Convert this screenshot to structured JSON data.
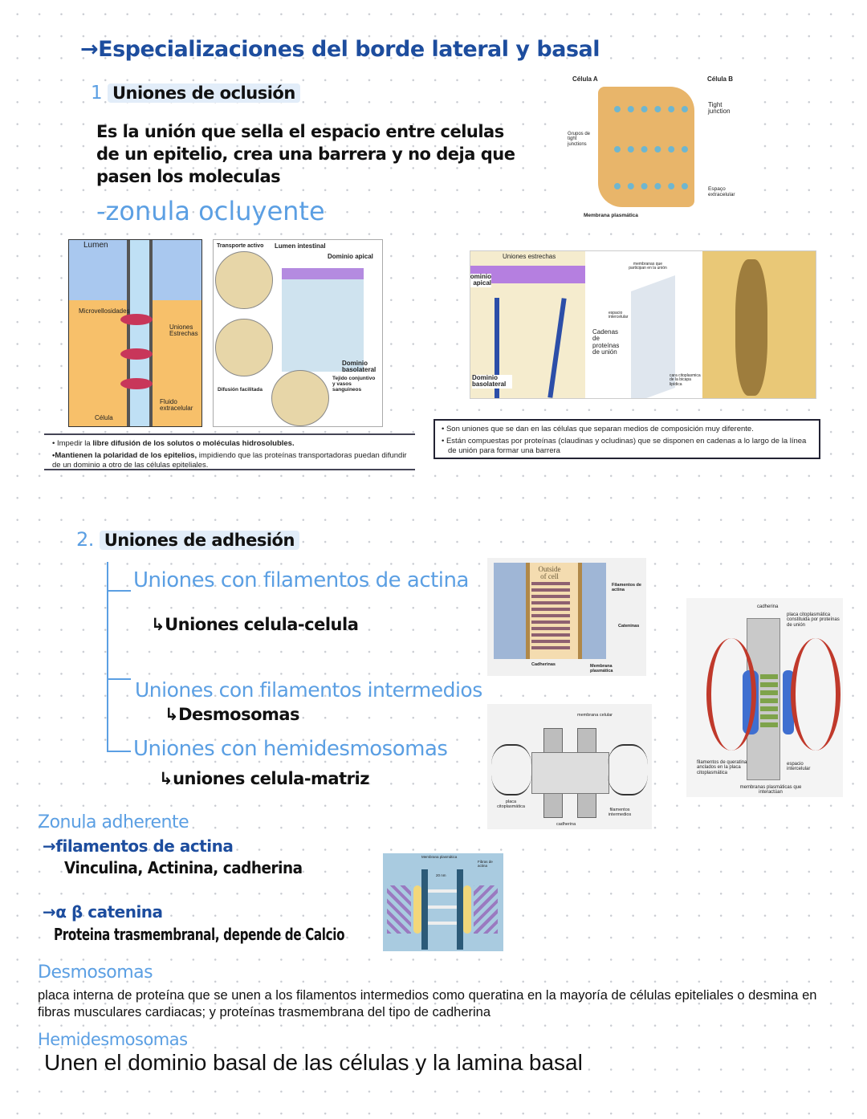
{
  "section_title": "→Especializaciones del borde lateral y basal",
  "section1": {
    "number": "1",
    "heading": "Uniones de oclusión",
    "description": "Es la unión que sella el espacio entre celulas de un epitelio, crea una barrera y no deja que pasen los moleculas",
    "handwritten_note": "-zonula ocluyente"
  },
  "figure_tight_junction": {
    "labels": [
      "Célula A",
      "Célula B",
      "Tight junction",
      "Grupos de tight junctions",
      "Espaço extracelular",
      "Membrana plasmática"
    ]
  },
  "figure_lumen": {
    "labels": [
      "Lumen",
      "Microvellosidades",
      "Uniones Estrechas",
      "Fluido extracelular",
      "Célula"
    ]
  },
  "figure_transport": {
    "labels": [
      "Transporte activo",
      "Lumen intestinal",
      "Dominio apical",
      "Dominio basolateral",
      "Tejido conjuntivo y vasos sanguineos",
      "Difusión facilitada"
    ]
  },
  "caption_left": {
    "line1_prefix": "• Impedir la ",
    "line1_bold": "libre difusión de los solutos o moléculas hidrosolubles.",
    "line2_bold": "•Mantienen la polaridad de los epitelios,",
    "line2_rest": " impidiendo que las proteínas transportadoras puedan difundir de un dominio a otro de las células epiteliales."
  },
  "figure_panels": {
    "labels": [
      "Uniones estrechas",
      "Dominio apical",
      "Dominio basolateral",
      "membranas que participan en la unión",
      "espacio intercelular",
      "Cadenas de proteínas de unión",
      "cara citoplasmica de la bicapa lipídica"
    ]
  },
  "caption_right": {
    "items": [
      "Son uniones que se dan en las células que separan medios de composición muy diferente.",
      "Están compuestas por proteínas (claudinas y ocludinas) que se disponen en cadenas a lo largo de la línea de unión para formar una barrera"
    ]
  },
  "section2": {
    "number": "2.",
    "heading": "Uniones de adhesión",
    "branches": [
      {
        "label": "Uniones con filamentos de actina",
        "sub": "↳Uniones celula-celula"
      },
      {
        "label": "Uniones con filamentos intermedios",
        "sub": "↳Desmosomas"
      },
      {
        "label": "Uniones con hemidesmosomas",
        "sub": "↳uniones celula-matriz"
      }
    ]
  },
  "figure_adherens": {
    "labels": [
      "Outside of cell",
      "Filamentos de actina",
      "Cateninas",
      "Cadherinas",
      "Membrana plasmática"
    ]
  },
  "figure_desmosome_schematic": {
    "labels": [
      "membrana celular",
      "placa citoplasmática",
      "cadherina",
      "filamentos intermedios"
    ]
  },
  "figure_desmosome_3d": {
    "labels": [
      "cadherina",
      "placa citoplasmática constituida por proteínas de unión",
      "filamentos de queratina anclados en la placa citoplasmática",
      "espacio intercelular",
      "membranas plasmáticas que interactúan"
    ]
  },
  "zonula": {
    "heading": "Zonula adherente",
    "point1": "→filamentos de actina",
    "point1_detail": "Vinculina, Actinina, cadherina",
    "point2": "→α β catenina",
    "point2_detail": "Proteina trasmembranal, depende de Calcio"
  },
  "figure_zonula": {
    "labels": [
      "Membrana plasmática",
      "Fibras de actina",
      "20 nm"
    ]
  },
  "desmosomas": {
    "heading": "Desmosomas",
    "text": "placa interna de proteína que se unen a los filamentos intermedios como queratina en la mayoría de células epiteliales o desmina en fibras musculares cardiacas; y proteínas trasmembrana del tipo de cadherina"
  },
  "hemidesmosomas": {
    "heading": "Hemidesmosomas",
    "text": "Unen el dominio basal de las células y la lamina basal"
  },
  "colors": {
    "navy": "#1d4d9e",
    "light_blue": "#5b9fe3",
    "highlight": "#e2edf9"
  }
}
